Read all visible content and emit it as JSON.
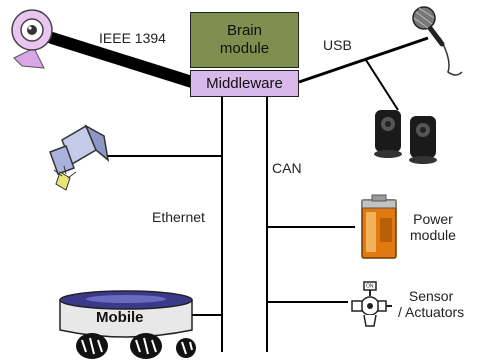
{
  "modules": {
    "brain": "Brain\nmodule",
    "middleware": "Middleware"
  },
  "buses": {
    "ieee": "IEEE 1394",
    "usb": "USB",
    "can": "CAN",
    "ethernet": "Ethernet"
  },
  "devices": {
    "power": "Power\nmodule",
    "sensor": "Sensor\n/ Actuators",
    "mobile": "Mobile"
  },
  "icons": [
    "webcam-icon",
    "microphone-icon",
    "speakers-icon",
    "robot-arm-icon",
    "battery-icon",
    "valve-icon",
    "mobile-base-icon"
  ],
  "colors": {
    "brain_fill": "#7f8f4f",
    "middleware_fill": "#d9b8ea",
    "battery_orange": "#e07a10"
  }
}
